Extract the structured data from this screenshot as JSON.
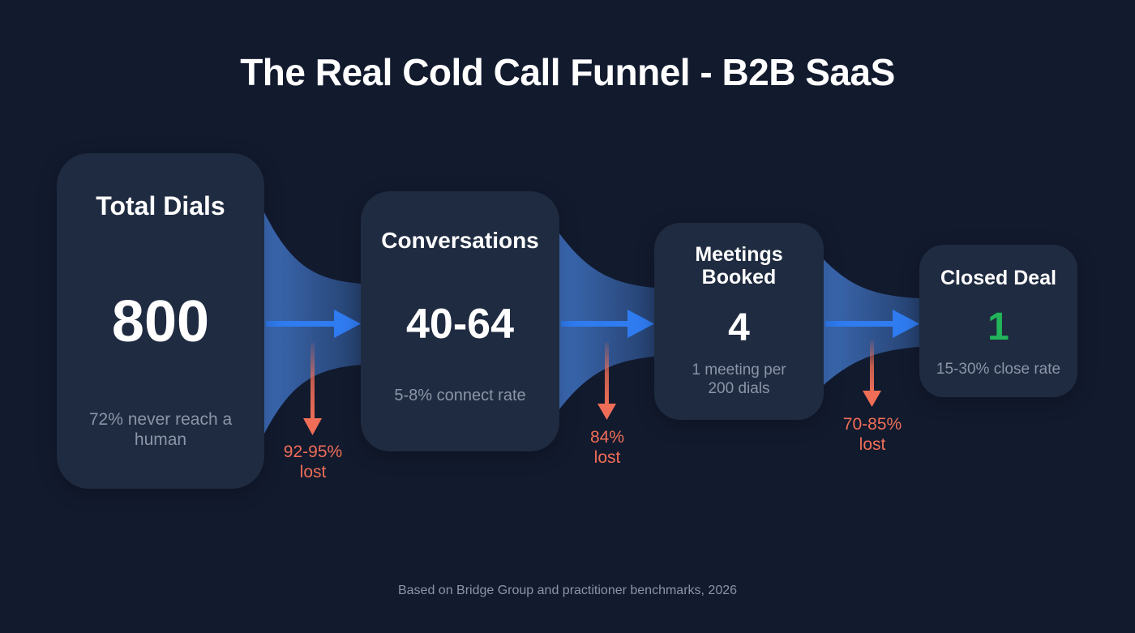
{
  "title": "The Real Cold Call Funnel - B2B SaaS",
  "colors": {
    "background": "#121a2e",
    "card": "#1f2b40",
    "flow_arrow": "#2f7bf0",
    "loss_arrow": "#f06e57",
    "success": "#22b55a",
    "muted_text": "#8b95a7"
  },
  "stages": [
    {
      "label": "Total Dials",
      "value": "800",
      "note": "72% never reach a human"
    },
    {
      "label": "Conversations",
      "value": "40-64",
      "note": "5-8% connect rate"
    },
    {
      "label": "Meetings Booked",
      "value": "4",
      "note": "1 meeting per 200 dials"
    },
    {
      "label": "Closed Deal",
      "value": "1",
      "note": "15-30% close rate"
    }
  ],
  "losses": [
    {
      "pct": "92-95%",
      "text": "lost"
    },
    {
      "pct": "84%",
      "text": "lost"
    },
    {
      "pct": "70-85%",
      "text": "lost"
    }
  ],
  "icons": {
    "flow": "arrow-right-icon",
    "loss": "arrow-down-icon"
  },
  "footer": "Based on Bridge Group and practitioner benchmarks, 2026"
}
